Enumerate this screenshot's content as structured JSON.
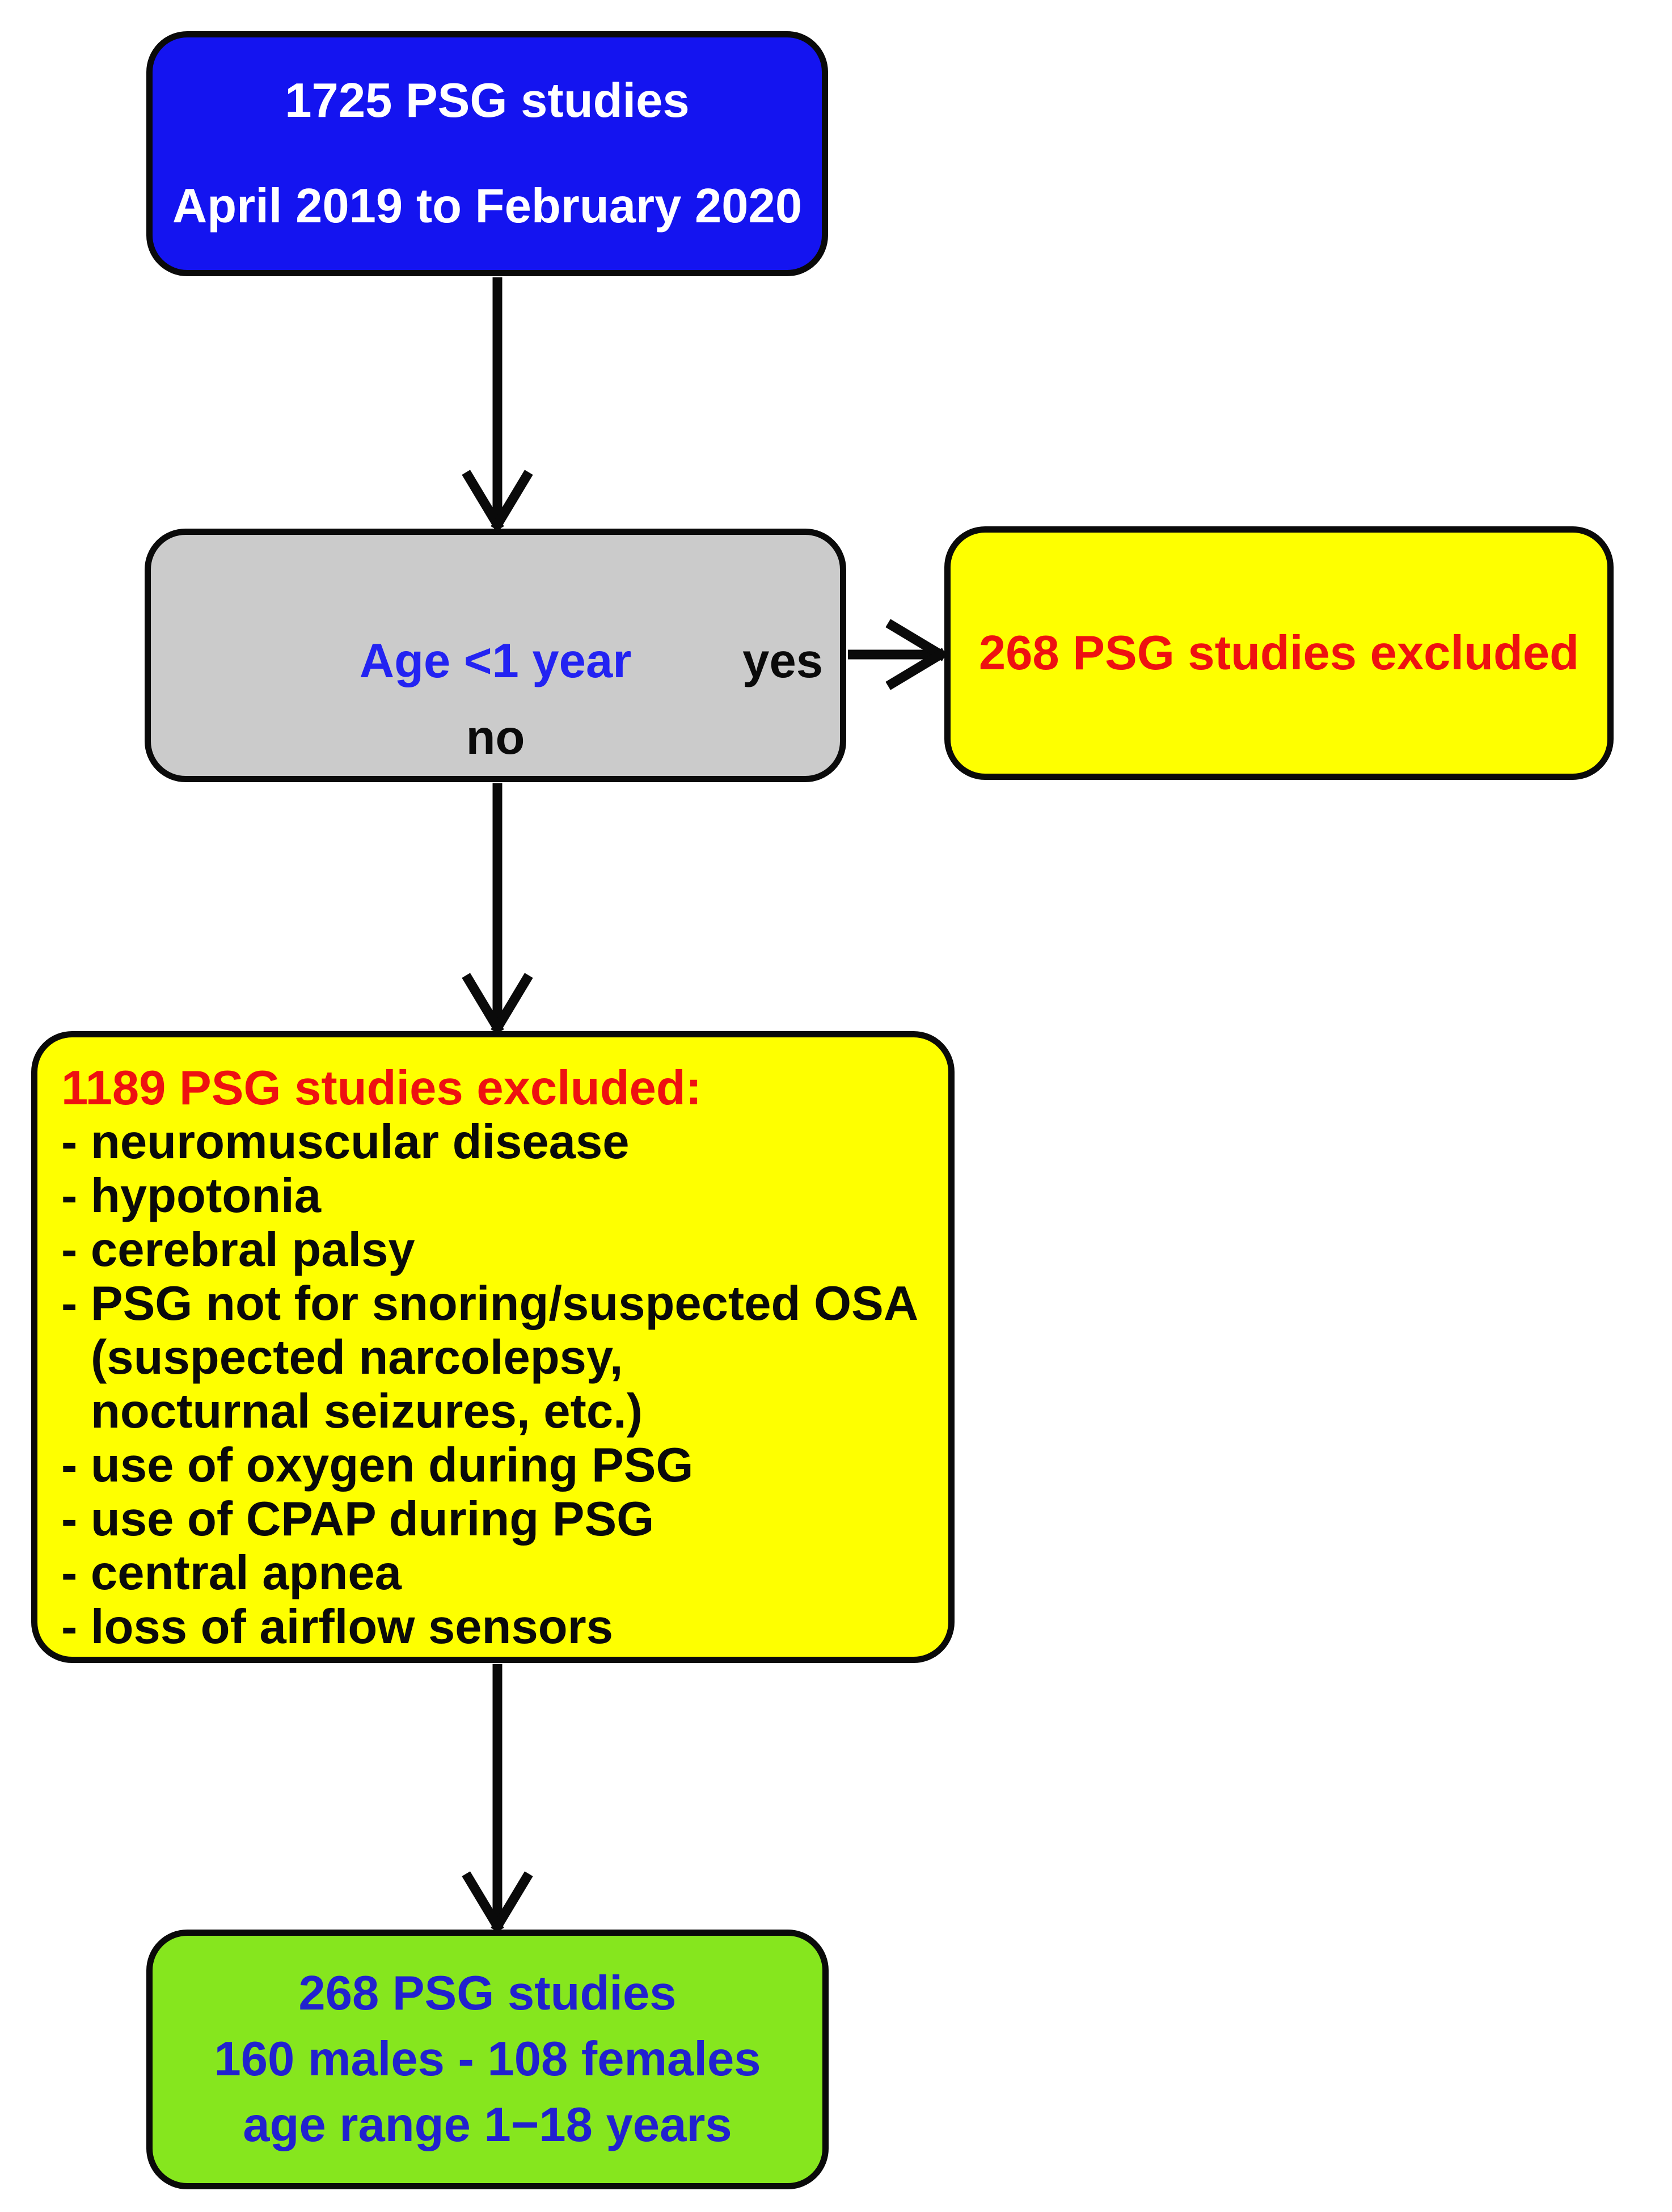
{
  "colors": {
    "box-blue": "#1414f0",
    "box-gray": "#cbcbcb",
    "box-yellow": "#feff00",
    "box-green": "#86e61e",
    "text-white": "#ffffff",
    "text-blue": "#2323f2",
    "text-dark-blue": "#2121cf",
    "text-red": "#ee1111",
    "line-black": "#0a0a0a"
  },
  "boxes": {
    "top": {
      "line1": "1725 PSG studies",
      "line2": "April 2019 to February 2020"
    },
    "decision": {
      "label": "Age <1 year",
      "yes": "yes",
      "no": "no"
    },
    "excluded_age": {
      "text": "268 PSG studies excluded"
    },
    "excluded_criteria": {
      "heading": "1189 PSG studies excluded:",
      "items": [
        "- neuromuscular disease",
        "- hypotonia",
        "- cerebral palsy",
        "- PSG not for snoring/suspected OSA",
        "(suspected narcolepsy,",
        "nocturnal seizures, etc.)",
        "- use of oxygen during PSG",
        "- use of CPAP during PSG",
        "- central apnea",
        "- loss of airflow sensors"
      ]
    },
    "final": {
      "line1": "268 PSG studies",
      "line2": "160 males - 108 females",
      "line3": "age range 1−18 years"
    }
  }
}
